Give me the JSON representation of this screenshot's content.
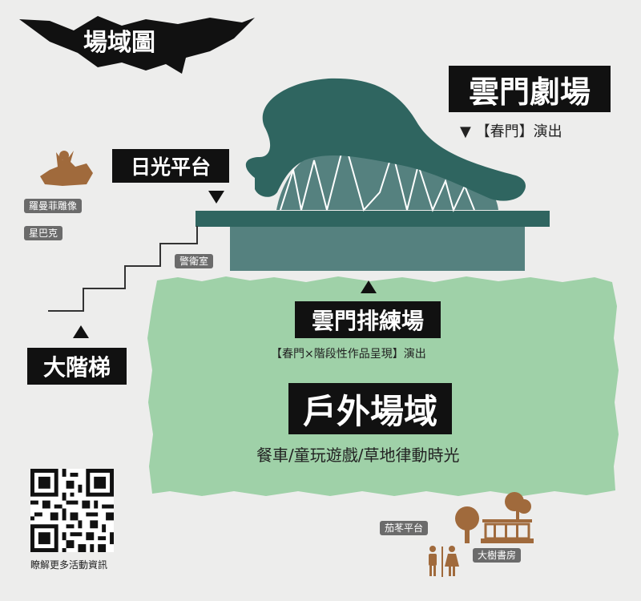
{
  "title": "場域圖",
  "theater": {
    "name": "雲門劇場",
    "subtitle_marker": "▼",
    "subtitle": "【春門】演出"
  },
  "sunlight_platform": {
    "label": "日光平台"
  },
  "rehearsal": {
    "name": "雲門排練場",
    "subtitle": "【春門×階段性作品呈現】演出"
  },
  "outdoor": {
    "name": "戶外場域",
    "subtitle": "餐車/童玩遊戲/草地律動時光"
  },
  "staircase": {
    "label": "大階梯"
  },
  "small_labels": {
    "statue": "羅曼菲雕像",
    "starbucks": "星巴克",
    "guard_room": "警衛室",
    "tea_platform": "茄苳平台",
    "big_tree_bookstore": "大樹書房"
  },
  "qr": {
    "caption": "瞭解更多活動資訊"
  },
  "colors": {
    "background": "#ededec",
    "roof_dark": "#2f6560",
    "building_light": "#55817f",
    "outdoor_green": "#9fd1a8",
    "plate_black": "#111111",
    "tag_gray": "#6b6b6b",
    "icon_brown": "#a06a3c"
  },
  "icons": [
    "bat-banner-icon",
    "statue-icon",
    "tree-icon",
    "bookstore-icon",
    "restroom-icon",
    "qr-code-icon"
  ]
}
